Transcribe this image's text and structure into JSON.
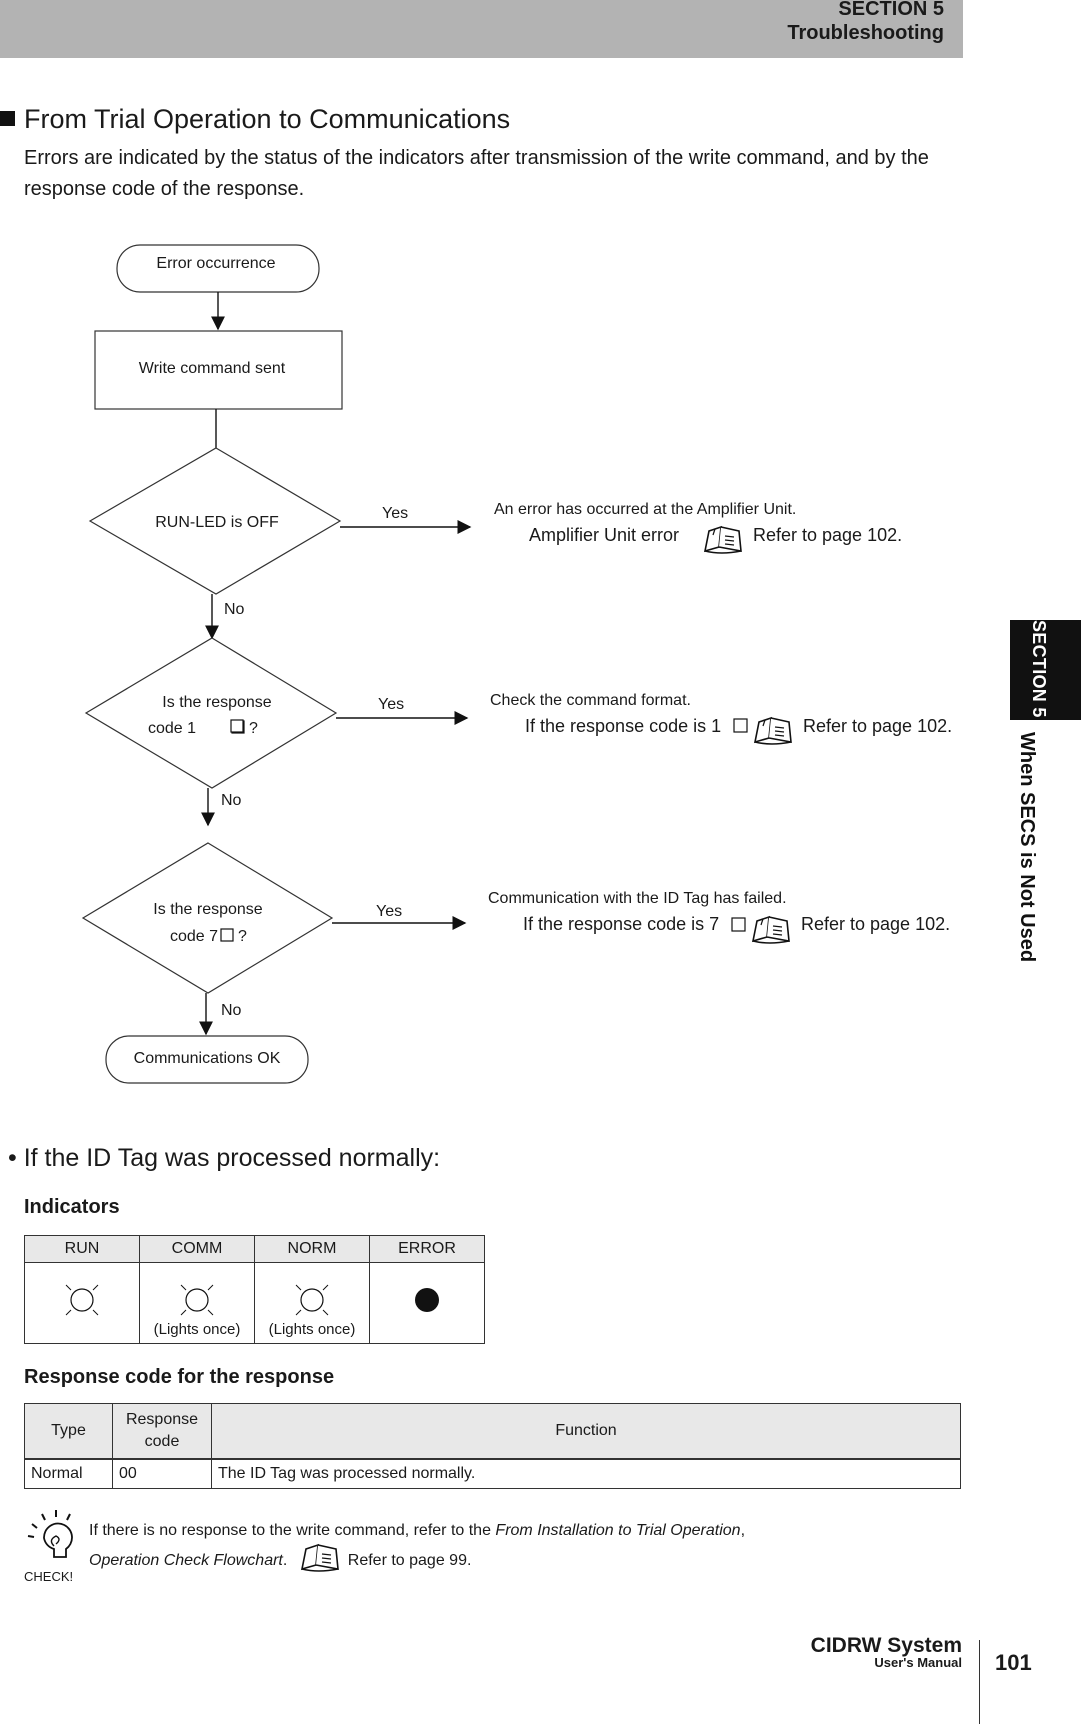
{
  "header": {
    "section": "SECTION 5",
    "title": "Troubleshooting"
  },
  "side_tab": {
    "section": "SECTION 5",
    "title": "When SECS is Not Used"
  },
  "heading": "From Trial Operation to Communications",
  "intro": "Errors are indicated by the status of the indicators after transmission of the write command, and by the response code of the response.",
  "flowchart": {
    "start": "Error occurrence",
    "step1": "Write command sent",
    "decision1": "RUN-LED is OFF",
    "decision2_line1": "Is the response",
    "decision2_line2": "code 1",
    "decision3_line1": "Is the response",
    "decision3_line2": "code 7",
    "question_mark": "?",
    "yes": "Yes",
    "no": "No",
    "end": "Communications OK",
    "result1_note": "An error has occurred at the Amplifier Unit.",
    "result1_text": "Amplifier Unit error",
    "result2_note": "Check the command format.",
    "result2_text": "If the response code is 1",
    "result3_note": "Communication with the ID Tag has failed.",
    "result3_text": "If the response code is 7",
    "ref": "Refer to page 102."
  },
  "normal_heading": "• If the ID Tag was processed normally:",
  "indicators": {
    "title": "Indicators",
    "columns": [
      "RUN",
      "COMM",
      "NORM",
      "ERROR"
    ],
    "captions": [
      "",
      "(Lights once)",
      "(Lights once)",
      ""
    ],
    "states": [
      "flashing",
      "flashing",
      "flashing",
      "on"
    ]
  },
  "response": {
    "title": "Response code for the response",
    "headers": {
      "type": "Type",
      "code_line1": "Response",
      "code_line2": "code",
      "function": "Function"
    },
    "rows": [
      {
        "type": "Normal",
        "code": "00",
        "function": "The ID Tag was processed normally."
      }
    ]
  },
  "check": {
    "label": "CHECK!",
    "text1": "If there is no response to the write command, refer to the ",
    "italic1": "From Installation to Trial Operation",
    "text2": ",",
    "italic2": "Operation Check Flowchart",
    "text3": ".",
    "ref": "Refer to page 99."
  },
  "footer": {
    "product": "CIDRW System",
    "manual": "User's Manual",
    "page": "101"
  }
}
